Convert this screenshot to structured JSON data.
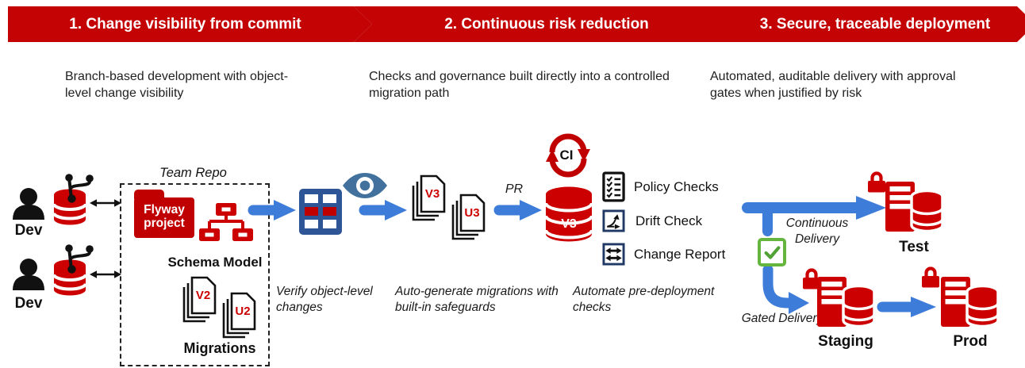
{
  "colors": {
    "banner_red": "#C40404",
    "icon_red": "#CC0000",
    "arrow_blue": "#3E7CD9",
    "table_navy": "#2E5596",
    "eye_steel": "#41719C",
    "check_navy": "#1F3864",
    "gate_green": "#66B53F"
  },
  "banners": [
    {
      "label": "1. Change visibility from commit",
      "desc": "Branch-based development with object-level change visibility"
    },
    {
      "label": "2. Continuous risk reduction",
      "desc": "Checks and governance built directly into a controlled migration path"
    },
    {
      "label": "3. Secure, traceable deployment",
      "desc": "Automated, auditable delivery with approval gates when justified by risk"
    }
  ],
  "dev_lane": {
    "dev1_label": "Dev",
    "dev2_label": "Dev"
  },
  "team_repo": {
    "title": "Team Repo",
    "folder_line1": "Flyway",
    "folder_line2": "project",
    "schema_model_label": "Schema Model",
    "migration_doc_v": "V2",
    "migration_doc_u": "U2",
    "migrations_label": "Migrations"
  },
  "verify_step": {
    "caption": "Verify object-level changes"
  },
  "generate_step": {
    "doc_v": "V3",
    "doc_u": "U3",
    "pr_label": "PR",
    "caption": "Auto-generate migrations with built-in safeguards"
  },
  "ci_step": {
    "ci_label": "CI",
    "db_label": "V3",
    "checks": [
      "Policy Checks",
      "Drift Check",
      "Change Report"
    ],
    "caption": "Automate pre-deployment checks"
  },
  "deployment": {
    "continuous_label": "Continuous Delivery",
    "gated_label": "Gated Delivery",
    "test_label": "Test",
    "staging_label": "Staging",
    "prod_label": "Prod"
  }
}
